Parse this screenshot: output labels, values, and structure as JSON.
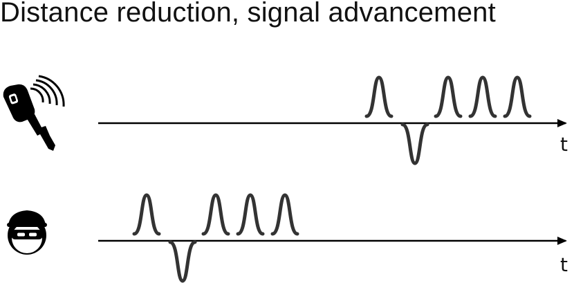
{
  "title": "Distance reduction, signal advancement",
  "colors": {
    "pulse": "#333333",
    "axis": "#000000",
    "icon": "#000000"
  },
  "rows": [
    {
      "icon": "car-key-icon",
      "axis_label": "t",
      "pulses": [
        "up",
        "down",
        "up",
        "up",
        "up"
      ]
    },
    {
      "icon": "burglar-icon",
      "axis_label": "t",
      "pulses": [
        "up",
        "down",
        "up",
        "up",
        "up"
      ]
    }
  ]
}
